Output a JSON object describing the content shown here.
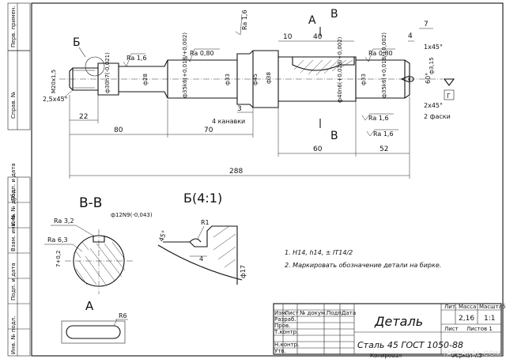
{
  "side_stamp": {
    "cells": [
      "Перв. примен.",
      "Справ. №",
      "Подп. и дата",
      "Инв. № дубл.",
      "Взам. инв. №",
      "Подп. и дата",
      "Инв. № подл."
    ]
  },
  "main_view": {
    "dims": {
      "ra_16_a": "Ra 1,6",
      "ra_080_a": "Ra 0,80",
      "ra_16_top": "Ra 1,6",
      "ra_080_b": "Ra 0,80",
      "ra_16_b": "Ra 1,6",
      "ra_16_c": "Ra 1,6",
      "m20": "M20x1,5",
      "d30": "ф30h7(-0,021)",
      "d28": "ф28",
      "d35a": "ф35k6(+0,018/+0,002)",
      "d33a": "ф33",
      "d45": "ф45",
      "d38": "ф38",
      "d40": "ф40n6(+0,018/+0,002)",
      "d33b": "ф33",
      "d35b": "ф35k6(+0,018/+0,002)",
      "d315": "ф3,15",
      "chamfer_a": "2,5x45°",
      "chamfer_b": "1x45°",
      "chamfer_c": "2x45°",
      "len_22": "22",
      "len_80": "80",
      "len_70": "70",
      "len_3": "3",
      "len_60": "60",
      "len_52": "52",
      "len_288": "288",
      "len_10": "10",
      "len_40": "40",
      "len_4": "4",
      "len_7": "7",
      "angle_60": "60°",
      "four_bevels": "4 канавки",
      "two_chamfers": "2 фаски",
      "base_g": "Г",
      "section_a": "А",
      "section_b": "Б",
      "section_v": "В"
    }
  },
  "section_bb": {
    "title": "В-В",
    "ra_32": "Ra 3,2",
    "ra_63": "Ra 6,3",
    "keyway": "ф12N9(-0,043)",
    "depth": "7+0,2"
  },
  "detail_b": {
    "title": "Б(4:1)",
    "r1": "R1",
    "angle": "45°",
    "width": "4",
    "d17": "ф17"
  },
  "view_a": {
    "title": "А",
    "r6": "R6"
  },
  "notes": {
    "n1": "1. H14, h14, ± IT14/2",
    "n2": "2. Маркировать обозначение детали на бирке."
  },
  "title_block": {
    "part_name": "Деталь",
    "material": "Сталь 45 ГОСТ 1050-88",
    "headers": {
      "lit": "Лит.",
      "mass": "Масса",
      "scale": "Масштаб"
    },
    "mass": "2,16",
    "scale": "1:1",
    "sheet": "Лист",
    "sheets": "Листов 1",
    "rows": [
      "Изм.",
      "Лист",
      "№ докум.",
      "Подп.",
      "Дата"
    ],
    "roles": [
      "Разраб.",
      "Пров.",
      "Т.контр.",
      "",
      "Н.контр.",
      "Утв."
    ],
    "copied": "Копировал",
    "format": "Формат А3"
  },
  "watermark": "YAPLAKAL.COM"
}
